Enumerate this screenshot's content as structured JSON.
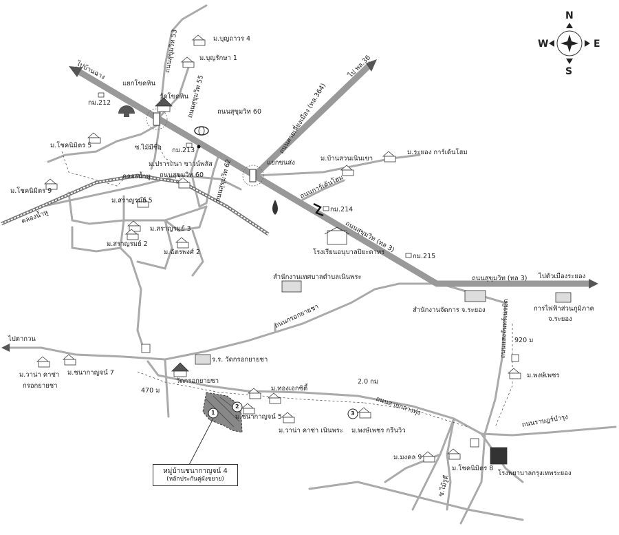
{
  "compass": {
    "n": "N",
    "s": "S",
    "e": "E",
    "w": "W"
  },
  "roads": {
    "to_ban_chang": "ไปบ้านฉาง",
    "to_pl36": "ไป พล.36",
    "to_rayong": "ไปตัวเมืองระยอง",
    "to_takuan": "ไปตากวน",
    "sukhumvit_3": "ถนนสุขุมวิท (ทล 3)",
    "sukhumvit_3b": "ถนนสุขุมวิท (ทล 3)",
    "sukhumvit_53": "ถนนสุขุมวิท 53",
    "sukhumvit_55": "ถนนสุขุมวิท 55",
    "sukhumvit_60": "ถนนสุขุมวิท 60",
    "sukhumvit_60b": "ถนนสุขุมวิท 60",
    "sukhumvit_62": "ถนนสุขุมวิท 62",
    "bypass_364": "ถนนสายเลี่ยงเมือง (ทล.364)",
    "garden_home": "ถนนการ์เด้นโฮม",
    "krok_yai_cha": "ถนนกรอกยายชา",
    "sai_krok_klang_thung": "ถนนสายกลางทุ่ง",
    "rat_bamrung": "ถนนราษฎร์บำรุง",
    "saeng_chan_road": "ถนนแสงจันทร์เนรมิต",
    "soi_mai_rudee": "ซ.ไม้รูดี",
    "soi_mai_sri": "ซ.ไม้มีชื่อ",
    "khlong": "คลองน้ำหู",
    "khlong2": "คลองน้ำหู"
  },
  "junctions": {
    "chok_din": "แยกโขดหิน",
    "khon_song": "แยกขนส่ง"
  },
  "km_posts": [
    "กม.212",
    "กม.213",
    "กม.214",
    "กม.215"
  ],
  "distances": {
    "d920": "920 ม",
    "d470": "470 ม",
    "d20": "2.0 กม"
  },
  "villages": [
    {
      "label": "ม.บุญถาวร 4"
    },
    {
      "label": "ม.บุญรักษา 1"
    },
    {
      "label": "ม.โชคนิมิตร 5"
    },
    {
      "label": "ม.โชคนิมิตร 9"
    },
    {
      "label": "ม.ปรารถนา ซาวน์พลัส"
    },
    {
      "label": "ม.บ้านสวนเนินเขา"
    },
    {
      "label": "ม.ระยอง การ์เด้นโฮม"
    },
    {
      "label": "ม.สราญรมย์ 5"
    },
    {
      "label": "ม.สราญรมย์ 3"
    },
    {
      "label": "ม.สราญรมย์ 2"
    },
    {
      "label": "ม.ฉัตรพงศ์ 2"
    },
    {
      "label": "ม.วาน่า คาซ่า"
    },
    {
      "label": "กรอกยายชา"
    },
    {
      "label": "ม.ชนากาญจน์ 7"
    },
    {
      "label": "ม.ทองเอกซิตี้"
    },
    {
      "label": "ม.ชนากาญจน์ 5"
    },
    {
      "label": "ม.วาน่า คาซ่า เนินพระ"
    },
    {
      "label": "ม.พงษ์เพชร กรีนวิว"
    },
    {
      "label": "ม.พงษ์เพชร"
    },
    {
      "label": "ม.มงคล 9"
    },
    {
      "label": "ม.โชคนิมิตร 8"
    }
  ],
  "places": {
    "wat_chok_din": "วัดโขดหิน",
    "school": "โรงเรียนอนุบาลปิยะดาทร",
    "municipal": "สำนักงานเทศบาลตำบลเนินพระ",
    "land_office": "สำนักงานจัดการ จ.ระยอง",
    "pea": "การไฟฟ้าส่วนภูมิภาค",
    "pea2": "จ.ระยอง",
    "school2": "ร.ร. วัดกรอกยายชา",
    "wat_krok": "วัดกรอกยายชา",
    "hospital": "โรงพยาบาลกรุงเทพระยอง"
  },
  "markers": [
    "1",
    "2",
    "3"
  ],
  "callout": {
    "title": "หมู่บ้านชนากาญจน์ 4",
    "sub": "(หลักประกันคู่ผังขยาย)"
  }
}
